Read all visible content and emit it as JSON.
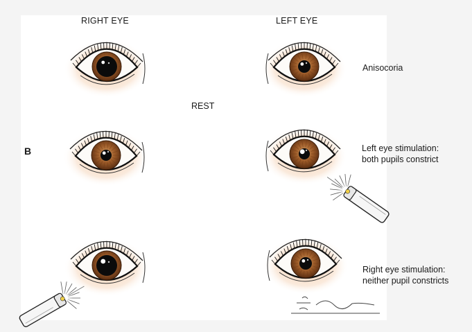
{
  "figure": {
    "column_headers": {
      "right_eye": "RIGHT EYE",
      "left_eye": "LEFT EYE"
    },
    "panel_letter": "B",
    "rest_label": "REST",
    "rows": [
      {
        "caption": [
          "Anisocoria"
        ]
      },
      {
        "caption": [
          "Left eye stimulation:",
          "both pupils constrict"
        ]
      },
      {
        "caption": [
          "Right eye stimulation:",
          "neither pupil constricts"
        ]
      }
    ],
    "signature": "Giddings",
    "colors": {
      "iris": "#8a4e22",
      "skin_shadow": "#f3c9a6",
      "pupil": "#0b0b0b"
    }
  }
}
